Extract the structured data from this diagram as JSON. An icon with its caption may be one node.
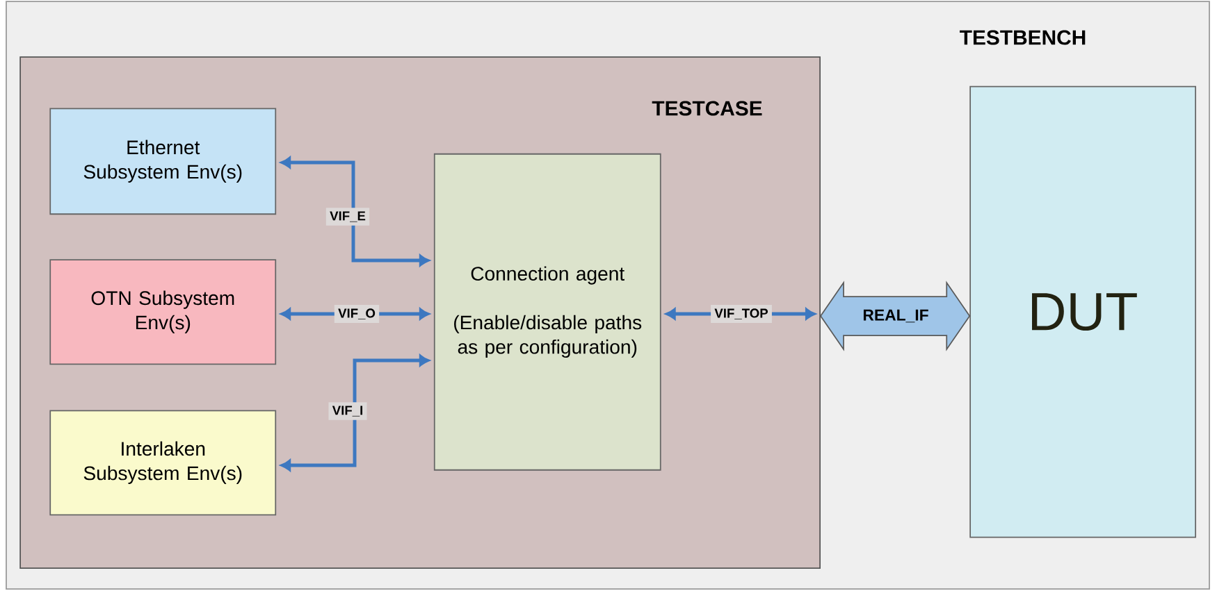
{
  "diagram": {
    "nodes": [
      {
        "text": [
          "TESTBENCH"
        ]
      },
      {
        "text": [
          "TESTCASE"
        ],
        "in": 0
      },
      {
        "text": [
          "Ethernet Subsystem Env(s)"
        ],
        "in": 1
      },
      {
        "text": [
          "OTN Subsystem Env(s)"
        ],
        "in": 1
      },
      {
        "text": [
          "Interlaken Subsystem Env(s)"
        ],
        "in": 1
      },
      {
        "text": [
          "Connection agent",
          "(Enable/disable paths as per configuration)"
        ],
        "in": 1
      },
      {
        "text": [
          "DUT"
        ],
        "in": 0
      }
    ],
    "edges": [
      {
        "from": 5,
        "to": 2,
        "arrow": "both",
        "label": "VIF_E"
      },
      {
        "from": 5,
        "to": 3,
        "arrow": "both",
        "label": "VIF_O"
      },
      {
        "from": 5,
        "to": 4,
        "arrow": "both",
        "label": "VIF_I"
      },
      {
        "from": 5,
        "to": null,
        "arrow": "both",
        "label": "VIF_TOP"
      },
      {
        "from": 1,
        "to": 6,
        "arrow": "both",
        "label": "REAL_IF",
        "style": "thick",
        "color": "#9fc5e8"
      }
    ]
  }
}
